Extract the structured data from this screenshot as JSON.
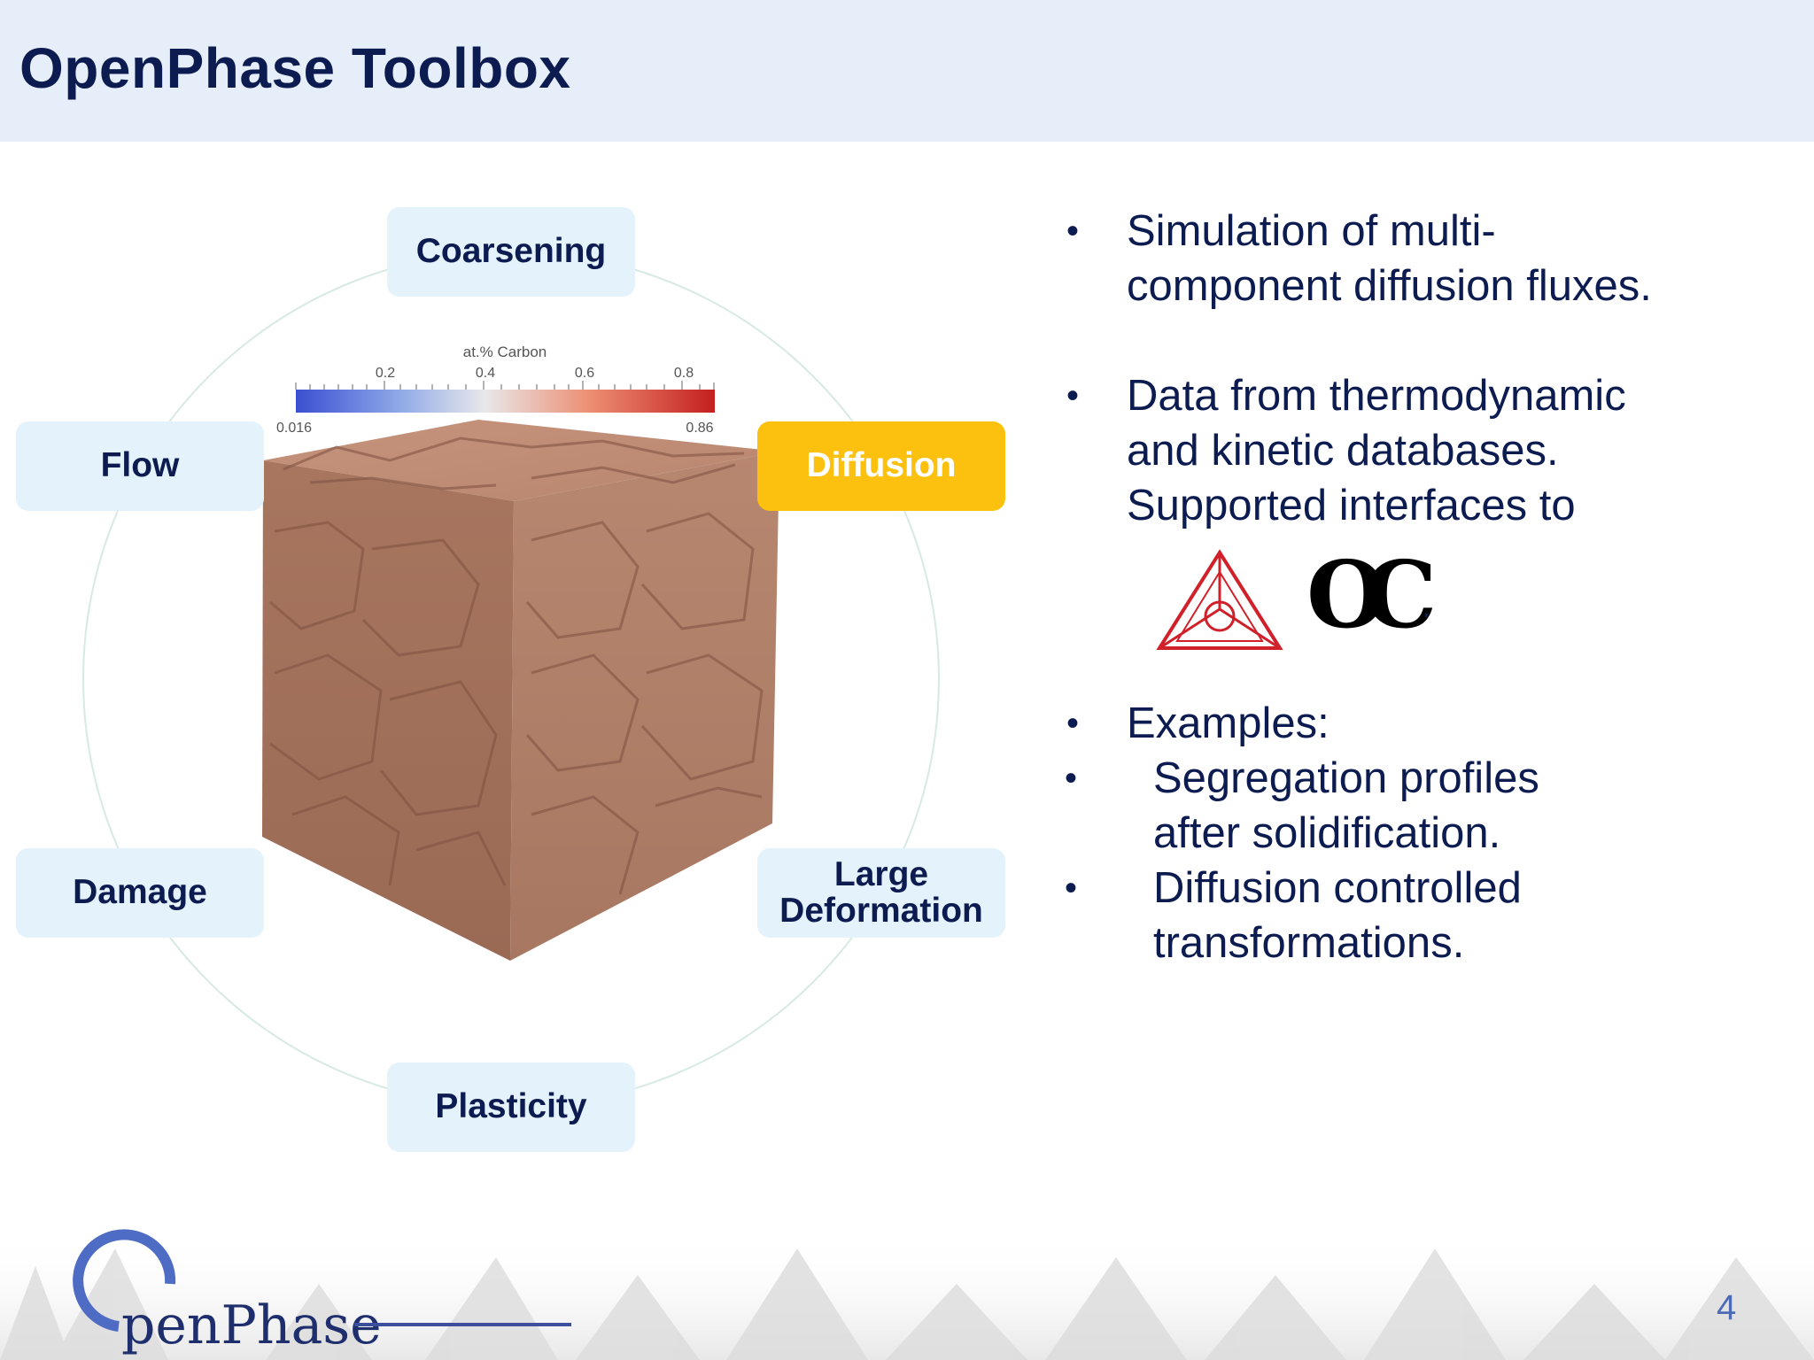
{
  "slide": {
    "title": "OpenPhase Toolbox",
    "page_number": "4"
  },
  "modules": [
    {
      "id": "coarsening",
      "label": "Coarsening",
      "active": false
    },
    {
      "id": "flow",
      "label": "Flow",
      "active": false
    },
    {
      "id": "diffusion",
      "label": "Diffusion",
      "active": true
    },
    {
      "id": "damage",
      "label": "Damage",
      "active": false
    },
    {
      "id": "large-deformation",
      "label_line1": "Large",
      "label_line2": "Deformation",
      "active": false
    },
    {
      "id": "plasticity",
      "label": "Plasticity",
      "active": false
    }
  ],
  "colorbar": {
    "label": "at.% Carbon",
    "min": "0.016",
    "max": "0.86",
    "ticks": [
      "0.2",
      "0.4",
      "0.6",
      "0.8"
    ]
  },
  "bullets": {
    "b1_line1": "Simulation of multi-",
    "b1_line2": "component diffusion fluxes.",
    "b2_line1": "Data from thermodynamic",
    "b2_line2": "and kinetic databases.",
    "b2_line3": "Supported interfaces to",
    "logo_trailing": ".",
    "b3": "Examples:",
    "s1_line1": "Segregation profiles",
    "s1_line2": "after solidification.",
    "s2_line1": "Diffusion controlled",
    "s2_line2": "transformations."
  },
  "brand": {
    "logo_text": "penPhase",
    "logo_mark": "O",
    "interface_logo_2": "OC"
  },
  "colors": {
    "header_bg": "#e5eef9",
    "title": "#0d1c50",
    "module_bg": "#e3f2fb",
    "module_active": "#fcc10f",
    "cube": "#b4826c"
  }
}
